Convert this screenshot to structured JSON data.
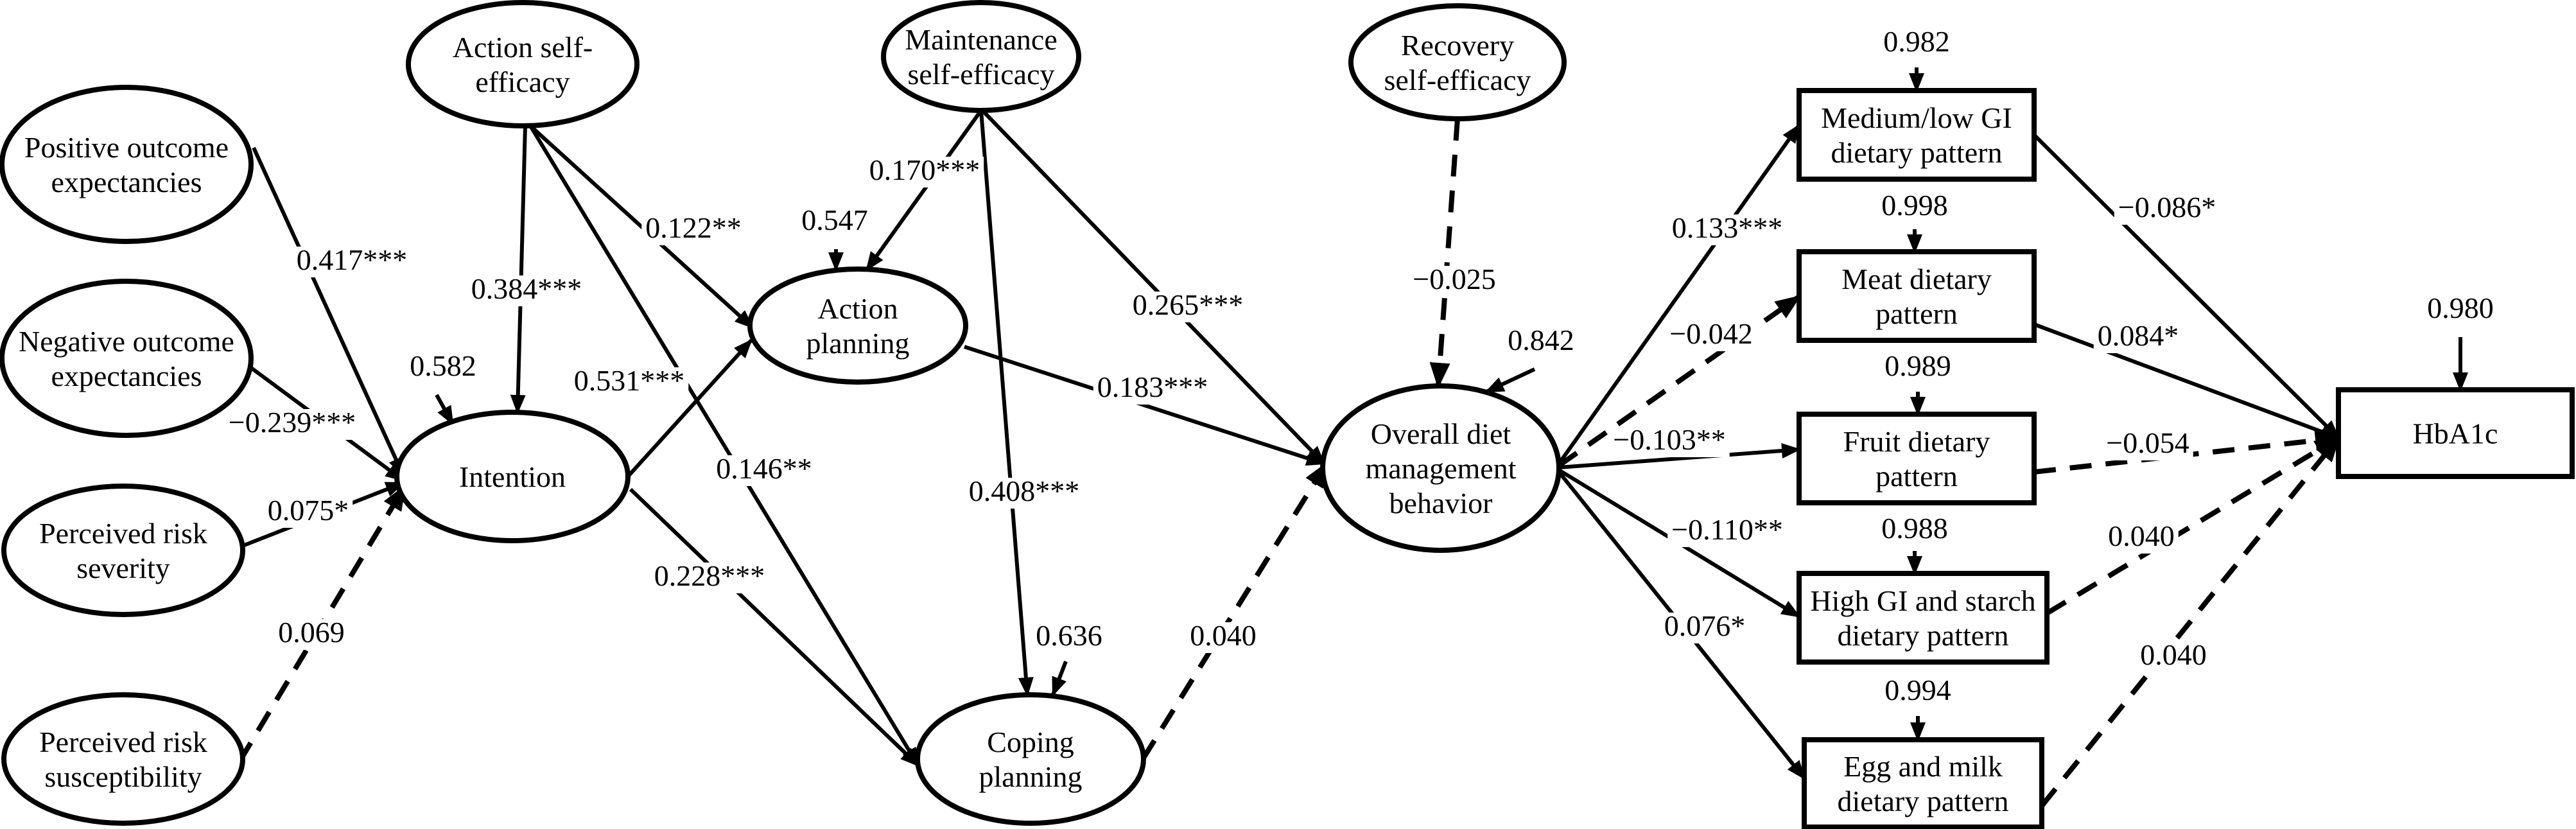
{
  "title": "Structural equation path model: HAPA constructs, diet management behavior, dietary patterns and HbA1c",
  "colors": {
    "line": "#000000",
    "background": "#ffffff"
  },
  "nodes": [
    {
      "id": "pos_outcome",
      "shape": "ellipse",
      "lines": [
        "Positive outcome",
        "expectancies"
      ]
    },
    {
      "id": "neg_outcome",
      "shape": "ellipse",
      "lines": [
        "Negative outcome",
        "expectancies"
      ]
    },
    {
      "id": "risk_severity",
      "shape": "ellipse",
      "lines": [
        "Perceived risk",
        "severity"
      ]
    },
    {
      "id": "risk_suscept",
      "shape": "ellipse",
      "lines": [
        "Perceived risk",
        "susceptibility"
      ]
    },
    {
      "id": "action_se",
      "shape": "ellipse",
      "lines": [
        "Action self-",
        "efficacy"
      ]
    },
    {
      "id": "maint_se",
      "shape": "ellipse",
      "lines": [
        "Maintenance",
        "self-efficacy"
      ]
    },
    {
      "id": "recovery_se",
      "shape": "ellipse",
      "lines": [
        "Recovery",
        "self-efficacy"
      ]
    },
    {
      "id": "intention",
      "shape": "ellipse",
      "lines": [
        "Intention"
      ],
      "residual": "0.582"
    },
    {
      "id": "action_planning",
      "shape": "ellipse",
      "lines": [
        "Action",
        "planning"
      ],
      "residual": "0.547"
    },
    {
      "id": "coping_planning",
      "shape": "ellipse",
      "lines": [
        "Coping",
        "planning"
      ],
      "residual": "0.636"
    },
    {
      "id": "overall_diet",
      "shape": "ellipse",
      "lines": [
        "Overall diet",
        "management",
        "behavior"
      ],
      "residual": "0.842"
    },
    {
      "id": "medlow_gi",
      "shape": "rect",
      "lines": [
        "Medium/low GI",
        "dietary pattern"
      ],
      "residual": "0.982"
    },
    {
      "id": "meat",
      "shape": "rect",
      "lines": [
        "Meat dietary",
        "pattern"
      ],
      "residual": "0.998"
    },
    {
      "id": "fruit",
      "shape": "rect",
      "lines": [
        "Fruit dietary",
        "pattern"
      ],
      "residual": "0.989"
    },
    {
      "id": "highgi_starch",
      "shape": "rect",
      "lines": [
        "High GI and starch",
        "dietary pattern"
      ],
      "residual": "0.988"
    },
    {
      "id": "egg_milk",
      "shape": "rect",
      "lines": [
        "Egg and milk",
        "dietary pattern"
      ],
      "residual": "0.994"
    },
    {
      "id": "hba1c",
      "shape": "rect",
      "lines": [
        "HbA1c"
      ],
      "residual": "0.980"
    }
  ],
  "edges": [
    {
      "from": "pos_outcome",
      "to": "intention",
      "coef": "0.417***",
      "significant": true
    },
    {
      "from": "neg_outcome",
      "to": "intention",
      "coef": "−0.239***",
      "significant": true
    },
    {
      "from": "risk_severity",
      "to": "intention",
      "coef": "0.075*",
      "significant": true
    },
    {
      "from": "risk_suscept",
      "to": "intention",
      "coef": "0.069",
      "significant": false
    },
    {
      "from": "action_se",
      "to": "intention",
      "coef": "0.384***",
      "significant": true
    },
    {
      "from": "action_se",
      "to": "action_planning",
      "coef": "0.122**",
      "significant": true
    },
    {
      "from": "action_se",
      "to": "coping_planning",
      "coef": "0.146**",
      "significant": true
    },
    {
      "from": "intention",
      "to": "action_planning",
      "coef": "0.531***",
      "significant": true
    },
    {
      "from": "intention",
      "to": "coping_planning",
      "coef": "0.228***",
      "significant": true
    },
    {
      "from": "maint_se",
      "to": "action_planning",
      "coef": "0.170***",
      "significant": true
    },
    {
      "from": "maint_se",
      "to": "coping_planning",
      "coef": "0.408***",
      "significant": true
    },
    {
      "from": "maint_se",
      "to": "overall_diet",
      "coef": "0.265***",
      "significant": true
    },
    {
      "from": "recovery_se",
      "to": "overall_diet",
      "coef": "−0.025",
      "significant": false
    },
    {
      "from": "action_planning",
      "to": "overall_diet",
      "coef": "0.183***",
      "significant": true
    },
    {
      "from": "coping_planning",
      "to": "overall_diet",
      "coef": "0.040",
      "significant": false
    },
    {
      "from": "overall_diet",
      "to": "medlow_gi",
      "coef": "0.133***",
      "significant": true
    },
    {
      "from": "overall_diet",
      "to": "meat",
      "coef": "−0.042",
      "significant": false
    },
    {
      "from": "overall_diet",
      "to": "fruit",
      "coef": "−0.103**",
      "significant": true
    },
    {
      "from": "overall_diet",
      "to": "highgi_starch",
      "coef": "−0.110**",
      "significant": true
    },
    {
      "from": "overall_diet",
      "to": "egg_milk",
      "coef": "0.076*",
      "significant": true
    },
    {
      "from": "medlow_gi",
      "to": "hba1c",
      "coef": "−0.086*",
      "significant": true
    },
    {
      "from": "meat",
      "to": "hba1c",
      "coef": "0.084*",
      "significant": true
    },
    {
      "from": "fruit",
      "to": "hba1c",
      "coef": "−0.054",
      "significant": false
    },
    {
      "from": "highgi_starch",
      "to": "hba1c",
      "coef": "0.040",
      "significant": false
    },
    {
      "from": "egg_milk",
      "to": "hba1c",
      "coef": "0.040",
      "significant": false
    }
  ]
}
